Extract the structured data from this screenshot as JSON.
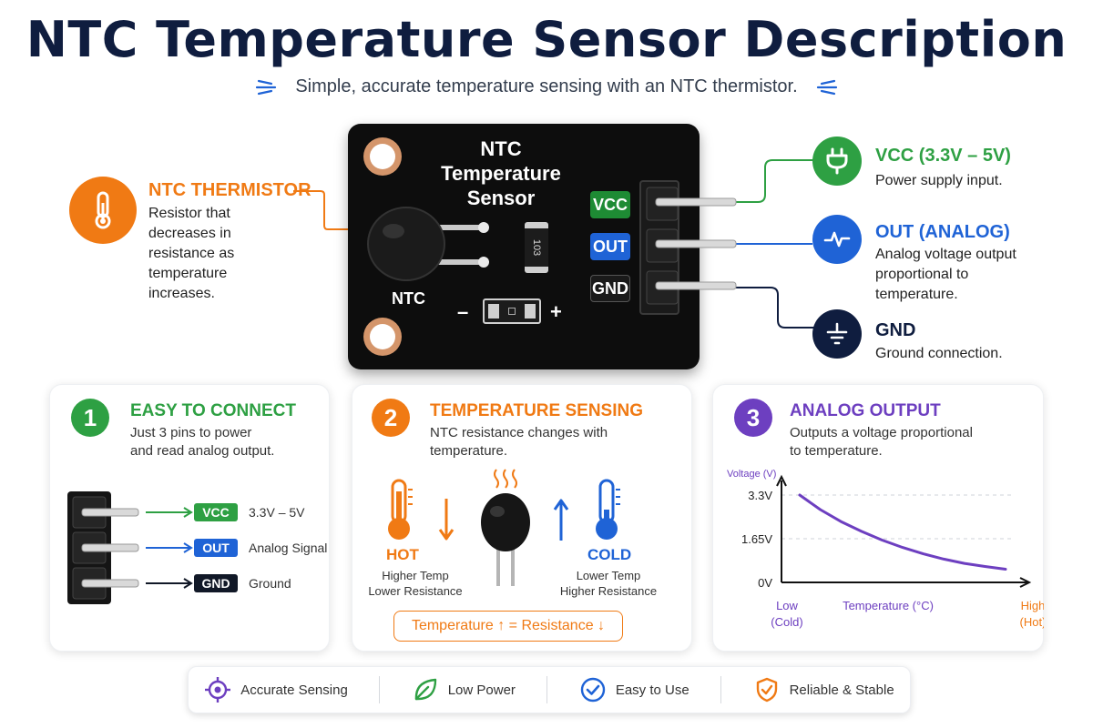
{
  "title": "NTC Temperature Sensor Description",
  "subtitle": "Simple, accurate temperature sensing with an NTC thermistor.",
  "board": {
    "title_lines": [
      "NTC",
      "Temperature",
      "Sensor"
    ],
    "resistor_code": "103",
    "ntc_label": "NTC",
    "minus": "–",
    "plus": "+",
    "pins": [
      "VCC",
      "OUT",
      "GND"
    ]
  },
  "thermistor_callout": {
    "heading": "NTC THERMISTOR",
    "body_lines": [
      "Resistor that",
      "decreases in",
      "resistance as",
      "temperature",
      "increases."
    ],
    "icon": "thermometer-icon"
  },
  "pin_callouts": [
    {
      "heading": "VCC (3.3V – 5V)",
      "body_lines": [
        "Power supply input."
      ],
      "icon": "plug-icon",
      "color": "#2ea043"
    },
    {
      "heading": "OUT (ANALOG)",
      "body_lines": [
        "Analog voltage output",
        "proportional to",
        "temperature."
      ],
      "icon": "waveform-icon",
      "color": "#1f63d6"
    },
    {
      "heading": "GND",
      "body_lines": [
        "Ground connection."
      ],
      "icon": "ground-icon",
      "color": "#0f1d3f"
    }
  ],
  "cards": {
    "connect": {
      "number": "1",
      "heading": "EASY TO CONNECT",
      "body_lines": [
        "Just 3 pins to power",
        "and read analog output."
      ],
      "pins": [
        {
          "label": "VCC",
          "desc": "3.3V – 5V",
          "color": "#2ea043"
        },
        {
          "label": "OUT",
          "desc": "Analog Signal",
          "color": "#1f63d6"
        },
        {
          "label": "GND",
          "desc": "Ground",
          "color": "#111827"
        }
      ]
    },
    "sensing": {
      "number": "2",
      "heading": "TEMPERATURE SENSING",
      "body_lines": [
        "NTC resistance changes with",
        "temperature."
      ],
      "hot": {
        "label": "HOT",
        "lines": [
          "Higher Temp",
          "Lower Resistance"
        ]
      },
      "cold": {
        "label": "COLD",
        "lines": [
          "Lower Temp",
          "Higher Resistance"
        ]
      },
      "formula": "Temperature ↑ = Resistance ↓"
    },
    "analog": {
      "number": "3",
      "heading": "ANALOG OUTPUT",
      "body_lines": [
        "Outputs a voltage proportional",
        "to temperature."
      ]
    }
  },
  "chart_data": {
    "type": "line",
    "title": "",
    "ylabel": "Voltage (V)",
    "xlabel": "Temperature (°C)",
    "x_start_label": [
      "Low",
      "(Cold)"
    ],
    "x_end_label": [
      "High",
      "(Hot)"
    ],
    "y_ticks": [
      "3.3V",
      "1.65V",
      "0V"
    ],
    "y_tick_values": [
      3.3,
      1.65,
      0
    ],
    "ylim": [
      0,
      3.3
    ],
    "xlim": [
      0,
      1
    ],
    "series": [
      {
        "x": [
          0,
          0.1,
          0.2,
          0.3,
          0.4,
          0.5,
          0.6,
          0.7,
          0.8,
          0.9,
          1.0
        ],
        "values": [
          3.3,
          2.75,
          2.3,
          1.93,
          1.6,
          1.32,
          1.08,
          0.88,
          0.72,
          0.6,
          0.5
        ]
      }
    ],
    "color": "#6d3fc0",
    "grid": "dashed horizontal at ticks"
  },
  "features": [
    {
      "label": "Accurate Sensing",
      "icon": "target-icon",
      "color": "#6d3fc0"
    },
    {
      "label": "Low Power",
      "icon": "leaf-icon",
      "color": "#2ea043"
    },
    {
      "label": "Easy to Use",
      "icon": "checkmark-icon",
      "color": "#1f63d6"
    },
    {
      "label": "Reliable & Stable",
      "icon": "shield-icon",
      "color": "#f07a14"
    }
  ],
  "colors": {
    "navy": "#0f1d3f",
    "orange": "#f07a14",
    "green": "#2ea043",
    "blue": "#1f63d6",
    "purple": "#6d3fc0"
  }
}
